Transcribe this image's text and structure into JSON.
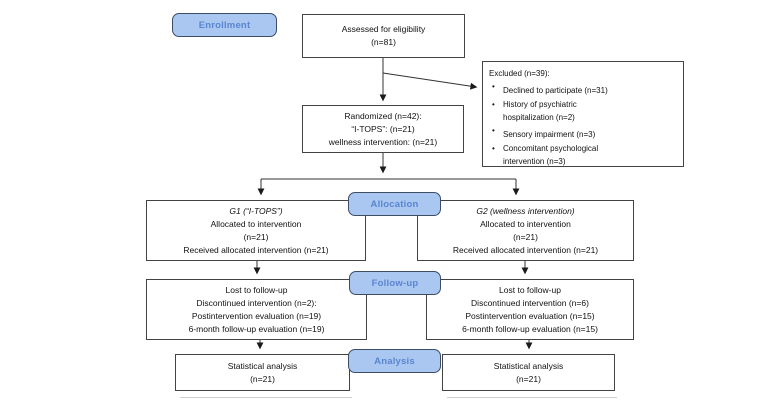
{
  "stage_labels": {
    "enrollment": "Enrollment",
    "allocation": "Allocation",
    "followup": "Follow-up",
    "analysis": "Analysis"
  },
  "boxes": {
    "assessed": {
      "lines": [
        "Assessed for eligibility",
        "(n=81)"
      ]
    },
    "excluded": {
      "title": "Excluded (n=39):",
      "bullet": "•",
      "items": [
        [
          "Declined to participate (n=31)"
        ],
        [
          "History of psychiatric",
          "hospitalization (n=2)"
        ],
        [
          "Sensory impairment (n=3)"
        ],
        [
          "Concomitant psychological",
          "intervention (n=3)"
        ]
      ]
    },
    "randomized": {
      "lines": [
        "Randomized (n=42):",
        "“I-TOPS”:  (n=21)",
        "wellness intervention: (n=21)"
      ]
    },
    "allocation_g1": {
      "title": "G1 (“I-TOPS”)",
      "lines": [
        "Allocated to intervention",
        "(n=21)",
        "Received allocated intervention (n=21)"
      ]
    },
    "allocation_g2": {
      "title": "G2 (wellness intervention)",
      "lines": [
        "Allocated to intervention",
        "(n=21)",
        "Received allocated intervention (n=21)"
      ]
    },
    "followup_g1": {
      "lines": [
        "Lost to follow-up",
        "Discontinued intervention (n=2):",
        "Postintervention evaluation (n=19)",
        "6-month follow-up evaluation (n=19)"
      ]
    },
    "followup_g2": {
      "lines": [
        "Lost to follow-up",
        "Discontinued intervention (n=6)",
        "Postintervention evaluation (n=15)",
        "6-month follow-up evaluation (n=15)"
      ]
    },
    "analysis_g1": {
      "lines": [
        "Statistical analysis",
        "(n=21)"
      ]
    },
    "analysis_g2": {
      "lines": [
        "Statistical analysis",
        "(n=21)"
      ]
    }
  },
  "colors": {
    "stage_fill": "#a9c7f1",
    "stage_border": "#3d4d63",
    "stage_text": "#5a85d0",
    "box_border": "#434343",
    "arrow": "#1a1a1a"
  }
}
